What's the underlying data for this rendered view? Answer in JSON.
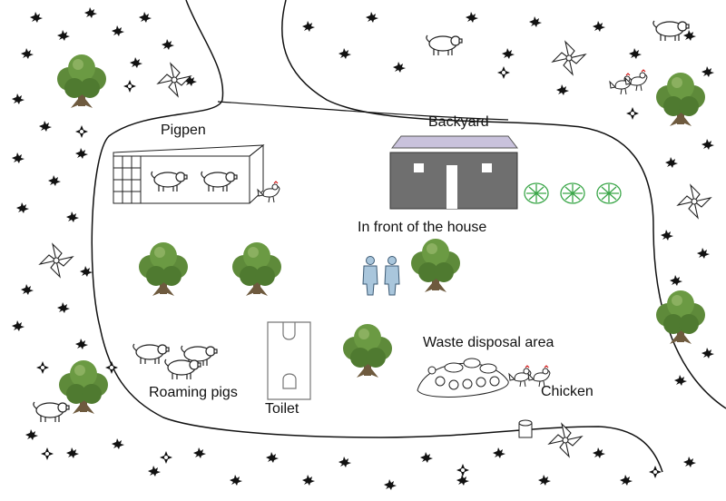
{
  "labels": {
    "pigpen": "Pigpen",
    "backyard": "Backyard",
    "front_of_house": "In front of the house",
    "waste_disposal": "Waste disposal area",
    "chicken": "Chicken",
    "roaming_pigs": "Roaming pigs",
    "toilet": "Toilet"
  },
  "icons": {
    "vegetation": "grass-tuft-icon",
    "tree": "tree-icon",
    "pig": "pig-icon",
    "chicken": "chicken-icon",
    "person": "person-icon",
    "shrub": "shrub-icon",
    "pinwheel_plant": "pinwheel-plant-icon",
    "star_plant": "star-plant-icon"
  },
  "colors": {
    "house_wall": "#6f6f6f",
    "house_roof": "#c9c2dc",
    "tree_foliage": "#5e8a3a",
    "tree_trunk": "#6e5a3e",
    "shrub": "#3aa648",
    "person": "#a9c6dc"
  }
}
